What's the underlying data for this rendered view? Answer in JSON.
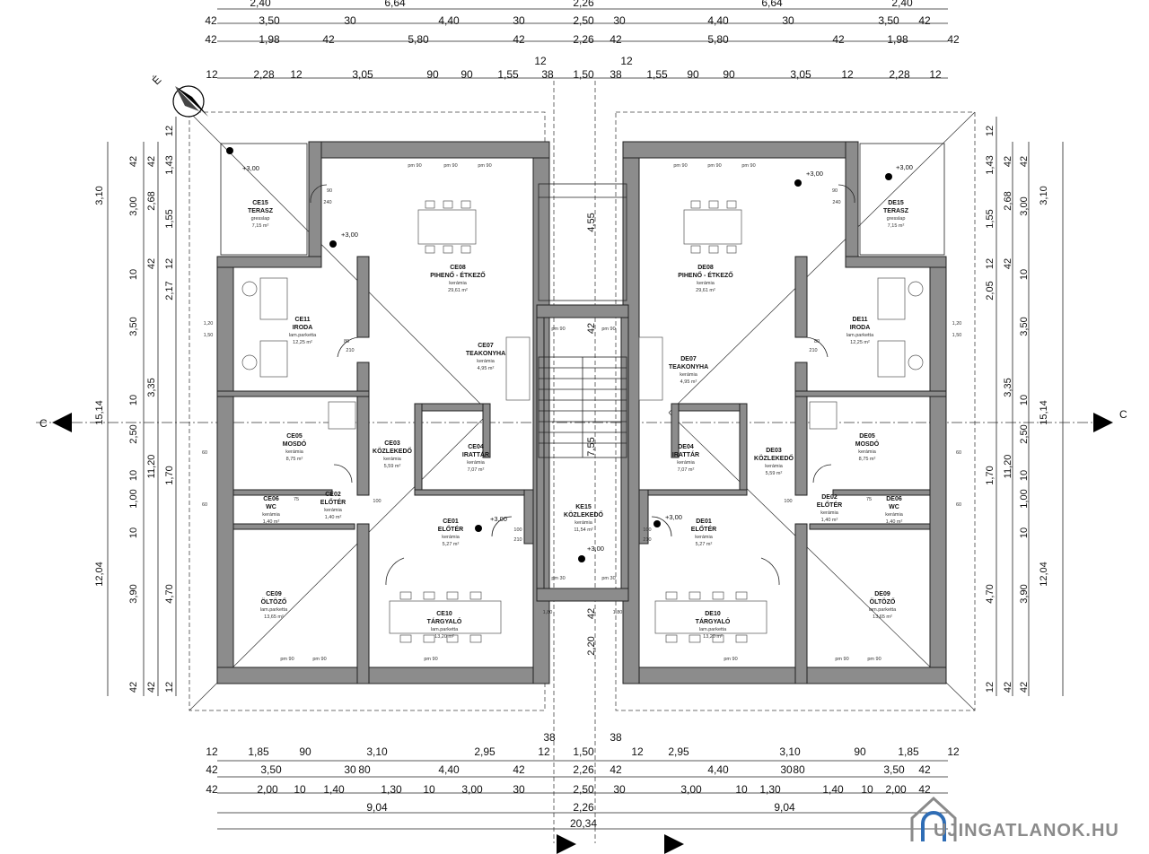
{
  "dims_top": [
    [
      "2,40",
      "6,64",
      "2,26",
      "6,64",
      "2,40"
    ],
    [
      "42",
      "3,50",
      "30",
      "4,40",
      "30",
      "2,50",
      "30",
      "4,40",
      "30",
      "3,50",
      "42"
    ],
    [
      "42",
      "1,98",
      "42",
      "5,80",
      "42",
      "2,26",
      "42",
      "5,80",
      "42",
      "1,98",
      "42"
    ],
    [
      "12",
      "2,28",
      "12",
      "3,05",
      "90",
      "90",
      "1,55",
      "38",
      "1,50",
      "38",
      "1,55",
      "90",
      "90",
      "3,05",
      "12",
      "2,28",
      "12"
    ],
    [
      "12",
      "12"
    ]
  ],
  "dims_bottom": [
    [
      "38",
      "38"
    ],
    [
      "12",
      "1,85",
      "90",
      "3,10",
      "2,95",
      "12",
      "1,50",
      "12",
      "2,95",
      "3,10",
      "90",
      "1,85",
      "12"
    ],
    [
      "42",
      "3,50",
      "30",
      "80",
      "4,40",
      "42",
      "2,26",
      "42",
      "4,40",
      "30",
      "80",
      "3,50",
      "42"
    ],
    [
      "42",
      "2,00",
      "10",
      "1,40",
      "1,30",
      "10",
      "3,00",
      "30",
      "2,50",
      "30",
      "3,00",
      "10",
      "1,30",
      "1,40",
      "10",
      "2,00",
      "42"
    ],
    [
      "9,04",
      "2,26",
      "9,04"
    ],
    [
      "20,34"
    ]
  ],
  "dims_left": {
    "outer": [
      "3,10",
      "15,14",
      "12,04"
    ],
    "mid": [
      "42",
      "3,00",
      "10",
      "3,50",
      "10",
      "2,50",
      "10",
      "1,00",
      "10",
      "3,90",
      "42"
    ],
    "inner": [
      "42",
      "2,68",
      "42",
      "3,35",
      "11,20",
      "42"
    ],
    "fine": [
      "12",
      "1,43",
      "1,55",
      "12",
      "2,17",
      "1,70",
      "4,70",
      "12"
    ]
  },
  "dims_right": {
    "outer": [
      "3,10",
      "15,14",
      "12,04"
    ],
    "mid": [
      "42",
      "3,00",
      "10",
      "3,50",
      "10",
      "2,50",
      "10",
      "1,00",
      "10",
      "3,90",
      "42"
    ],
    "inner": [
      "42",
      "2,68",
      "42",
      "3,35",
      "11,20",
      "42"
    ],
    "fine": [
      "12",
      "1,43",
      "1,55",
      "12",
      "2,05",
      "1,70",
      "4,70",
      "12"
    ]
  },
  "dims_center": [
    "4,55",
    "42",
    "7,55",
    "42",
    "2,20"
  ],
  "section_labels": [
    "C",
    "C"
  ],
  "north_label": "É",
  "rooms_left": [
    {
      "code": "CE15",
      "name": "TERASZ",
      "finish": "gresslap",
      "area": "7,15 m²"
    },
    {
      "code": "CE08",
      "name": "PIHENŐ - ÉTKEZŐ",
      "finish": "kerámia",
      "area": "29,61 m²"
    },
    {
      "code": "CE11",
      "name": "IRODA",
      "finish": "lam.parketta",
      "area": "12,25 m²"
    },
    {
      "code": "CE07",
      "name": "TEAKONYHA",
      "finish": "kerámia",
      "area": "4,95 m²"
    },
    {
      "code": "CE05",
      "name": "MOSDÓ",
      "finish": "kerámia",
      "area": "8,75 m²"
    },
    {
      "code": "CE03",
      "name": "KÖZLEKEDŐ",
      "finish": "kerámia",
      "area": "5,59 m²"
    },
    {
      "code": "CE04",
      "name": "IRATTÁR",
      "finish": "kerámia",
      "area": "7,07 m²"
    },
    {
      "code": "CE06",
      "name": "WC",
      "finish": "kerámia",
      "area": "1,40 m²"
    },
    {
      "code": "CE02",
      "name": "ELŐTÉR",
      "finish": "kerámia",
      "area": "1,40 m²"
    },
    {
      "code": "CE01",
      "name": "ELŐTÉR",
      "finish": "kerámia",
      "area": "5,27 m²"
    },
    {
      "code": "CE09",
      "name": "ÖLTÖZŐ",
      "finish": "lam.parketta",
      "area": "13,65 m²"
    },
    {
      "code": "CE10",
      "name": "TÁRGYALÓ",
      "finish": "lam.parketta",
      "area": "13,20 m²"
    }
  ],
  "rooms_right": [
    {
      "code": "DE15",
      "name": "TERASZ",
      "finish": "gresslap",
      "area": "7,15 m²"
    },
    {
      "code": "DE08",
      "name": "PIHENŐ - ÉTKEZŐ",
      "finish": "kerámia",
      "area": "29,61 m²"
    },
    {
      "code": "DE11",
      "name": "IRODA",
      "finish": "lam.parketta",
      "area": "12,25 m²"
    },
    {
      "code": "DE07",
      "name": "TEAKONYHA",
      "finish": "kerámia",
      "area": "4,95 m²"
    },
    {
      "code": "DE05",
      "name": "MOSDÓ",
      "finish": "kerámia",
      "area": "8,75 m²"
    },
    {
      "code": "DE03",
      "name": "KÖZLEKEDŐ",
      "finish": "kerámia",
      "area": "5,59 m²"
    },
    {
      "code": "DE04",
      "name": "IRATTÁR",
      "finish": "kerámia",
      "area": "7,07 m²"
    },
    {
      "code": "DE06",
      "name": "WC",
      "finish": "kerámia",
      "area": "1,40 m²"
    },
    {
      "code": "DE02",
      "name": "ELŐTÉR",
      "finish": "kerámia",
      "area": "1,40 m²"
    },
    {
      "code": "DE01",
      "name": "ELŐTÉR",
      "finish": "kerámia",
      "area": "5,27 m²"
    },
    {
      "code": "DE09",
      "name": "ÖLTÖZŐ",
      "finish": "lam.parketta",
      "area": "13,65 m²"
    },
    {
      "code": "DE10",
      "name": "TÁRGYALÓ",
      "finish": "lam.parketta",
      "area": "13,20 m²"
    }
  ],
  "room_center": {
    "code": "KE15",
    "name": "KÖZLEKEDŐ",
    "finish": "kerámia",
    "area": "11,54 m²"
  },
  "levels": [
    "+3,00",
    "+3,00",
    "+3,00",
    "+3,00",
    "+3,00",
    "+3,00",
    "+3,00"
  ],
  "small_labels": {
    "pm90": "pm 90",
    "pm30": "pm 30",
    "d90": "90",
    "d240": "240",
    "d210": "210",
    "d100": "100",
    "d75": "75",
    "d80": "80",
    "d60": "60",
    "d120": "1,20",
    "d150": "1,50",
    "d180": "1,80"
  },
  "watermark": "UJINGATLANOK.HU",
  "colors": {
    "wall": "#8c8c8c",
    "line": "#222222",
    "watermark": "#8a8a8a",
    "accent": "#2f6db5"
  }
}
